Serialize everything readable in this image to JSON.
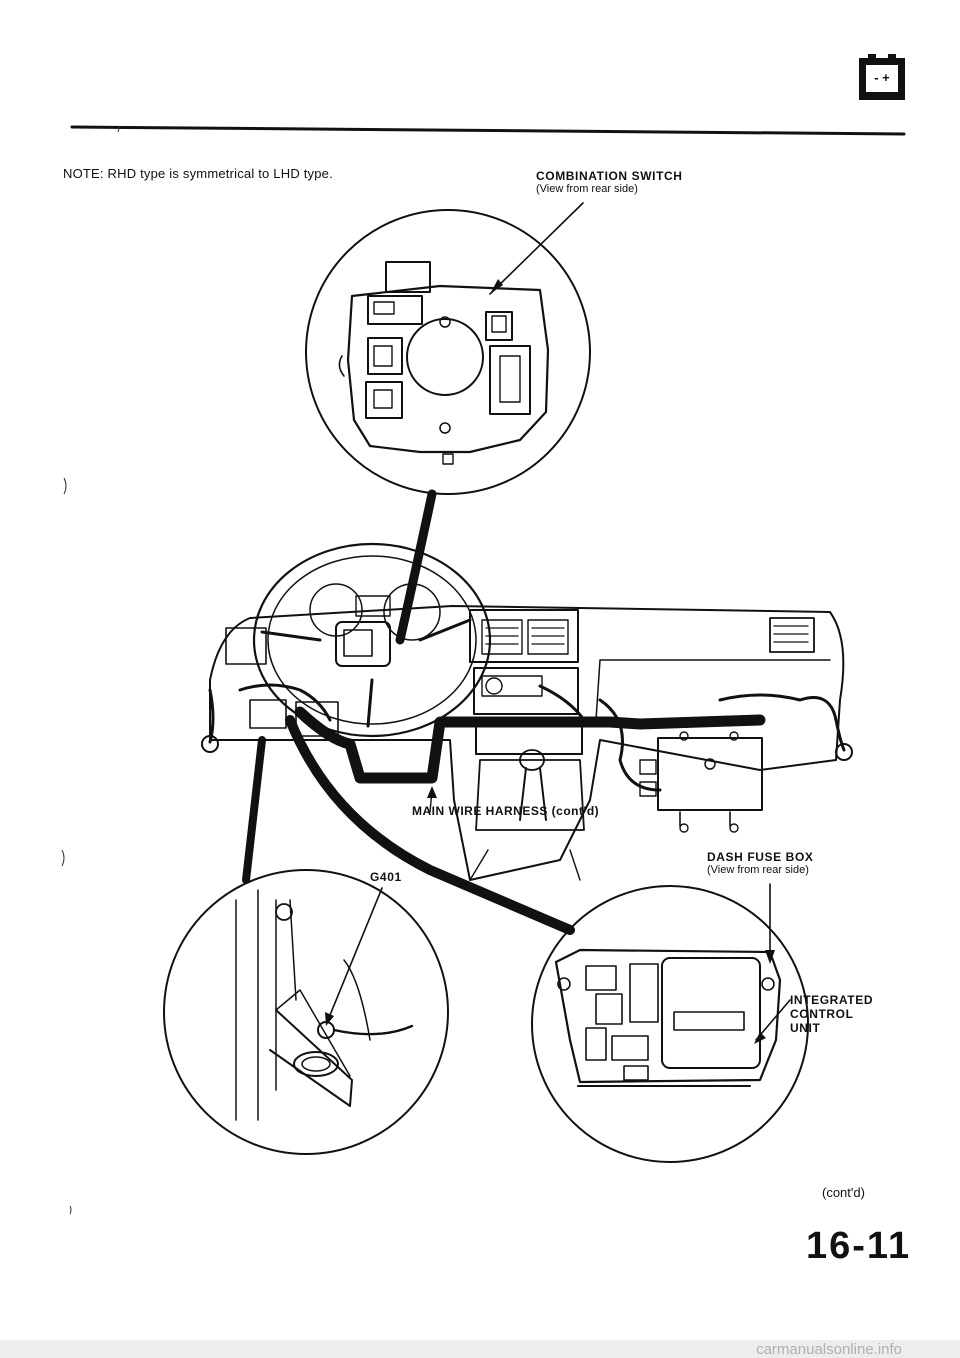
{
  "note": "NOTE: RHD type is symmetrical to LHD type.",
  "labels": {
    "combination_switch": "COMBINATION SWITCH",
    "combination_switch_view": "(View from rear side)",
    "main_wire_harness": "MAIN WIRE HARNESS (cont'd)",
    "g401": "G401",
    "dash_fuse_box": "DASH FUSE BOX",
    "dash_fuse_box_view": "(View from rear side)",
    "integrated_control_unit_1": "INTEGRATED",
    "integrated_control_unit_2": "CONTROL",
    "integrated_control_unit_3": "UNIT"
  },
  "continued": "(cont'd)",
  "page_number": "16-11",
  "battery_icon_symbols": "- +",
  "footer_watermark": "carmanualsonline.info",
  "colors": {
    "ink": "#111111",
    "paper": "#ffffff",
    "footer_bg": "#ededed",
    "footer_text": "#b0b0b0"
  }
}
